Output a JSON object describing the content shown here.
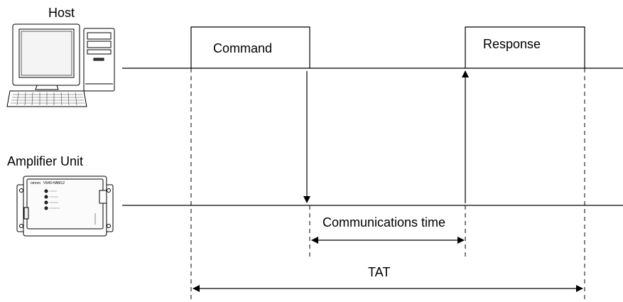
{
  "host": {
    "label": "Host",
    "icon": "desktop-computer-icon"
  },
  "amplifier": {
    "label": "Amplifier Unit",
    "icon": "amplifier-unit-icon",
    "brand_text": "omron",
    "model_text": "V640-HAM12"
  },
  "signals": {
    "command_label": "Command",
    "response_label": "Response"
  },
  "timing": {
    "communications_time_label": "Communications time",
    "tat_label": "TAT"
  }
}
